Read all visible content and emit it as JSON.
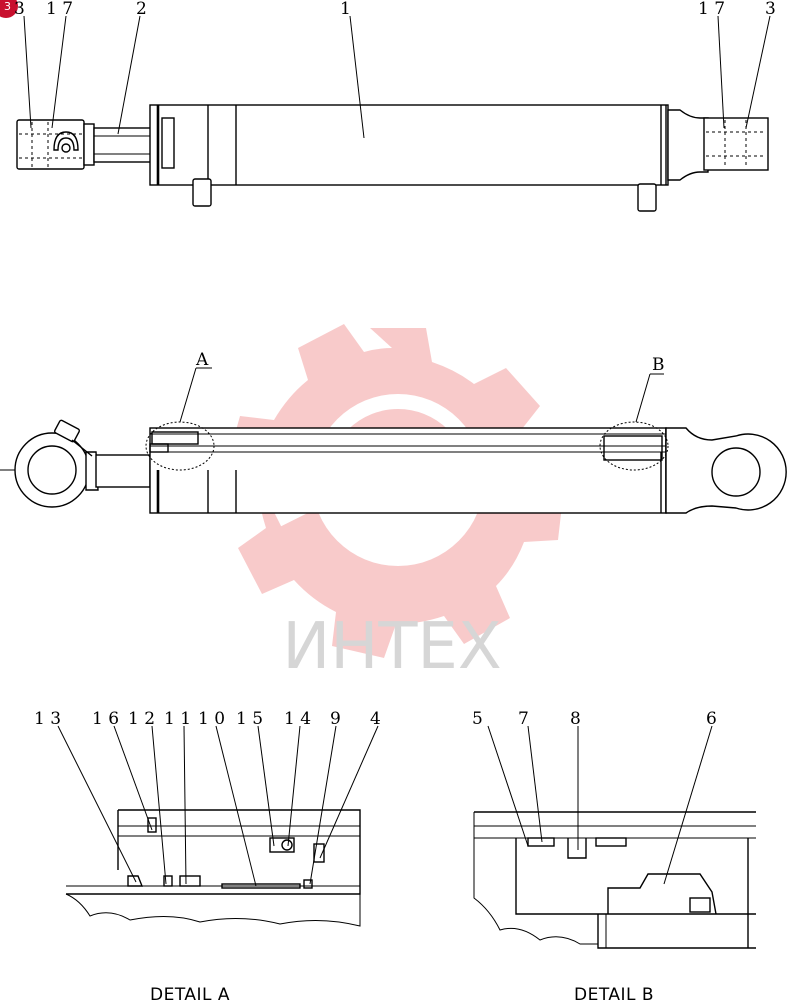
{
  "top_view": {
    "labels": {
      "pin_left": "3",
      "seal_left": "1 7",
      "rod": "2",
      "cylinder": "1",
      "seal_right": "1 7",
      "pin_right": "3"
    }
  },
  "side_view": {
    "detail_a_letter": "A",
    "detail_b_letter": "B"
  },
  "watermark": {
    "text": "ИНТЕХ",
    "color": "#f07a7a"
  },
  "detail_a": {
    "title": "DETAIL   A",
    "labels": [
      "1 3",
      "1 6",
      "1 2",
      "1 1",
      "1 0",
      "1 5",
      "1 4",
      "9",
      "4"
    ]
  },
  "detail_b": {
    "title": "DETAIL   B",
    "labels": [
      "5",
      "7",
      "8",
      "6"
    ]
  },
  "corner_badge": {
    "text": "3",
    "color": "#c8102e"
  }
}
